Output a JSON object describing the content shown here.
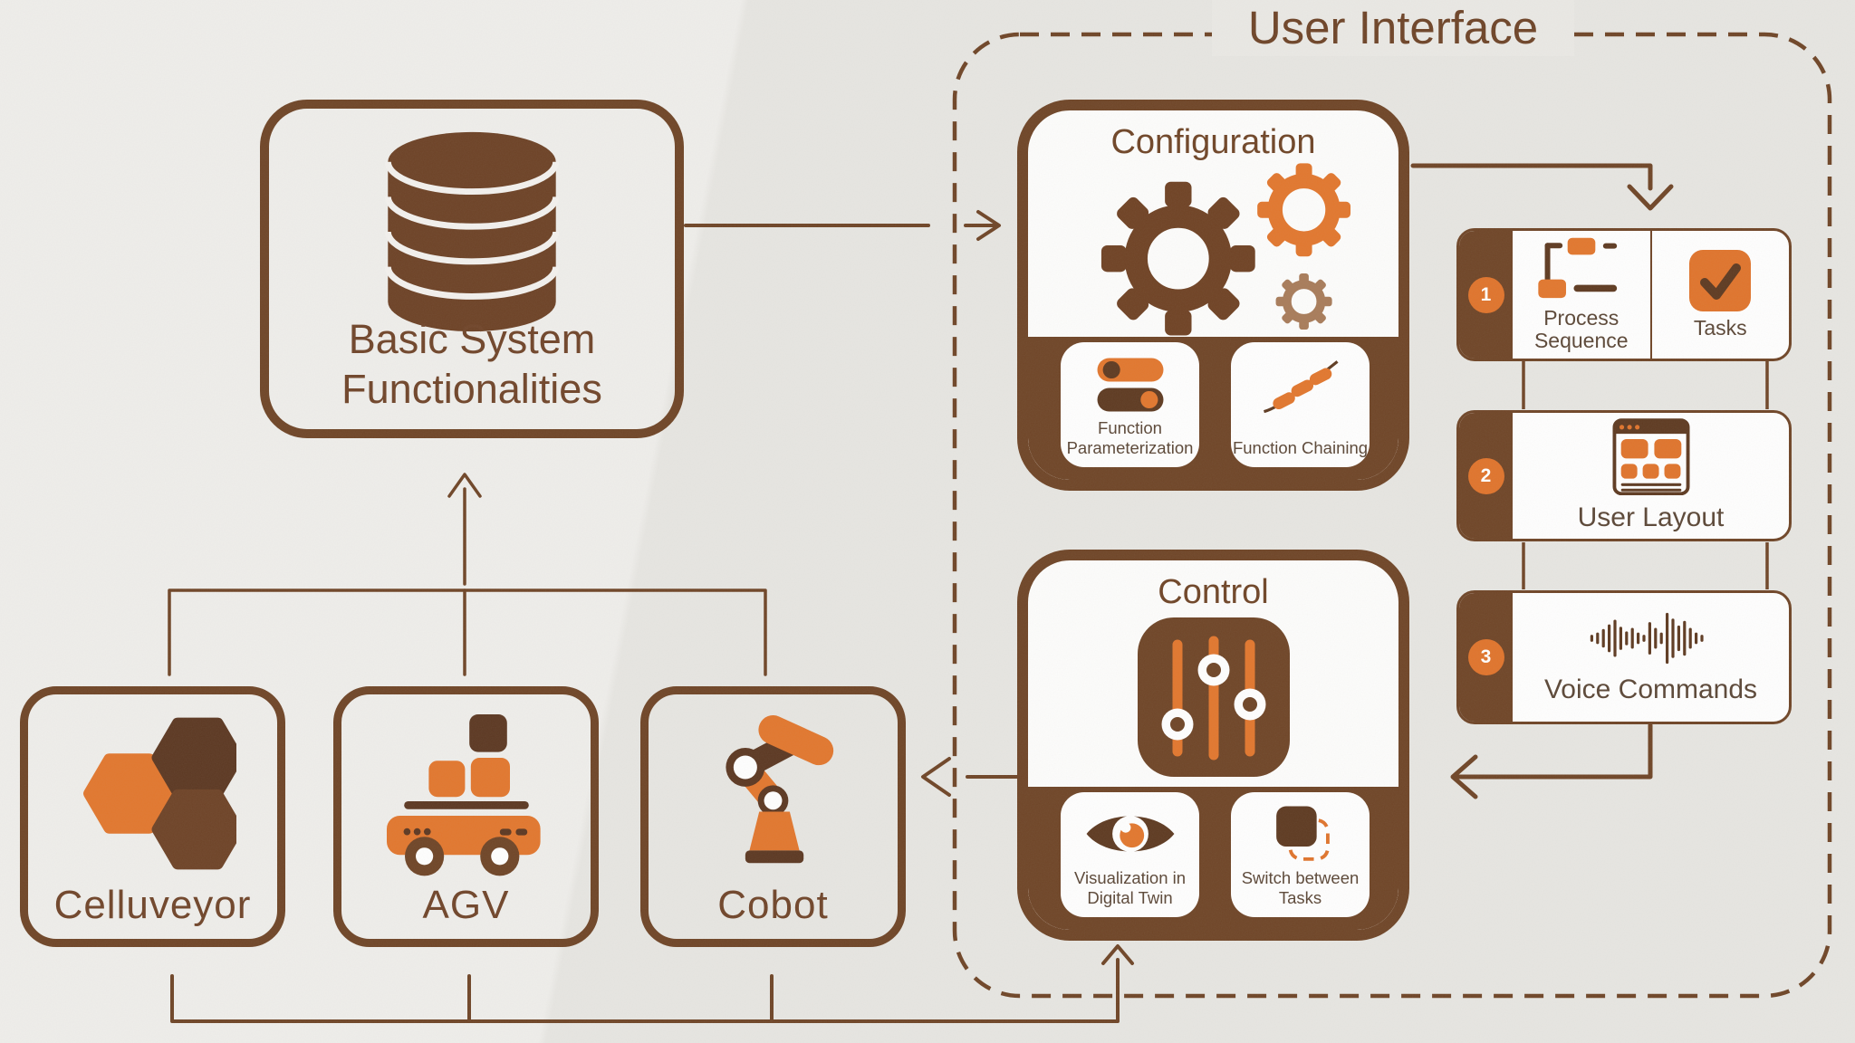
{
  "colors": {
    "background": "#eae9e5",
    "brown": "#6f4527",
    "dark_brown": "#5e3a21",
    "orange": "#e2772e",
    "orange_badge": "#e0742c",
    "tan_gear": "#a87c5a",
    "label_text": "#5b4737"
  },
  "basic_system": {
    "label": "Basic System Functionalities",
    "icon": "database"
  },
  "user_interface": {
    "title": "User Interface"
  },
  "configuration": {
    "title": "Configuration",
    "icon": "gears",
    "items": [
      {
        "label": "Function Parameterization",
        "icon": "toggle-switches"
      },
      {
        "label": "Function Chaining",
        "icon": "chain-links"
      }
    ]
  },
  "control": {
    "title": "Control",
    "icon": "sliders",
    "items": [
      {
        "label": "Visualization in Digital Twin",
        "icon": "eye"
      },
      {
        "label": "Switch between Tasks",
        "icon": "task-switch"
      }
    ]
  },
  "steps": [
    {
      "number": "1",
      "cells": [
        {
          "label": "Process Sequence",
          "icon": "flowchart"
        },
        {
          "label": "Tasks",
          "icon": "checkmark"
        }
      ]
    },
    {
      "number": "2",
      "cells": [
        {
          "label": "User Layout",
          "icon": "browser-window"
        }
      ]
    },
    {
      "number": "3",
      "cells": [
        {
          "label": "Voice Commands",
          "icon": "audio-waveform"
        }
      ]
    }
  ],
  "devices": [
    {
      "label": "Celluveyor",
      "icon": "hexagon-cells"
    },
    {
      "label": "AGV",
      "icon": "automated-guided-vehicle"
    },
    {
      "label": "Cobot",
      "icon": "robot-arm"
    }
  ]
}
